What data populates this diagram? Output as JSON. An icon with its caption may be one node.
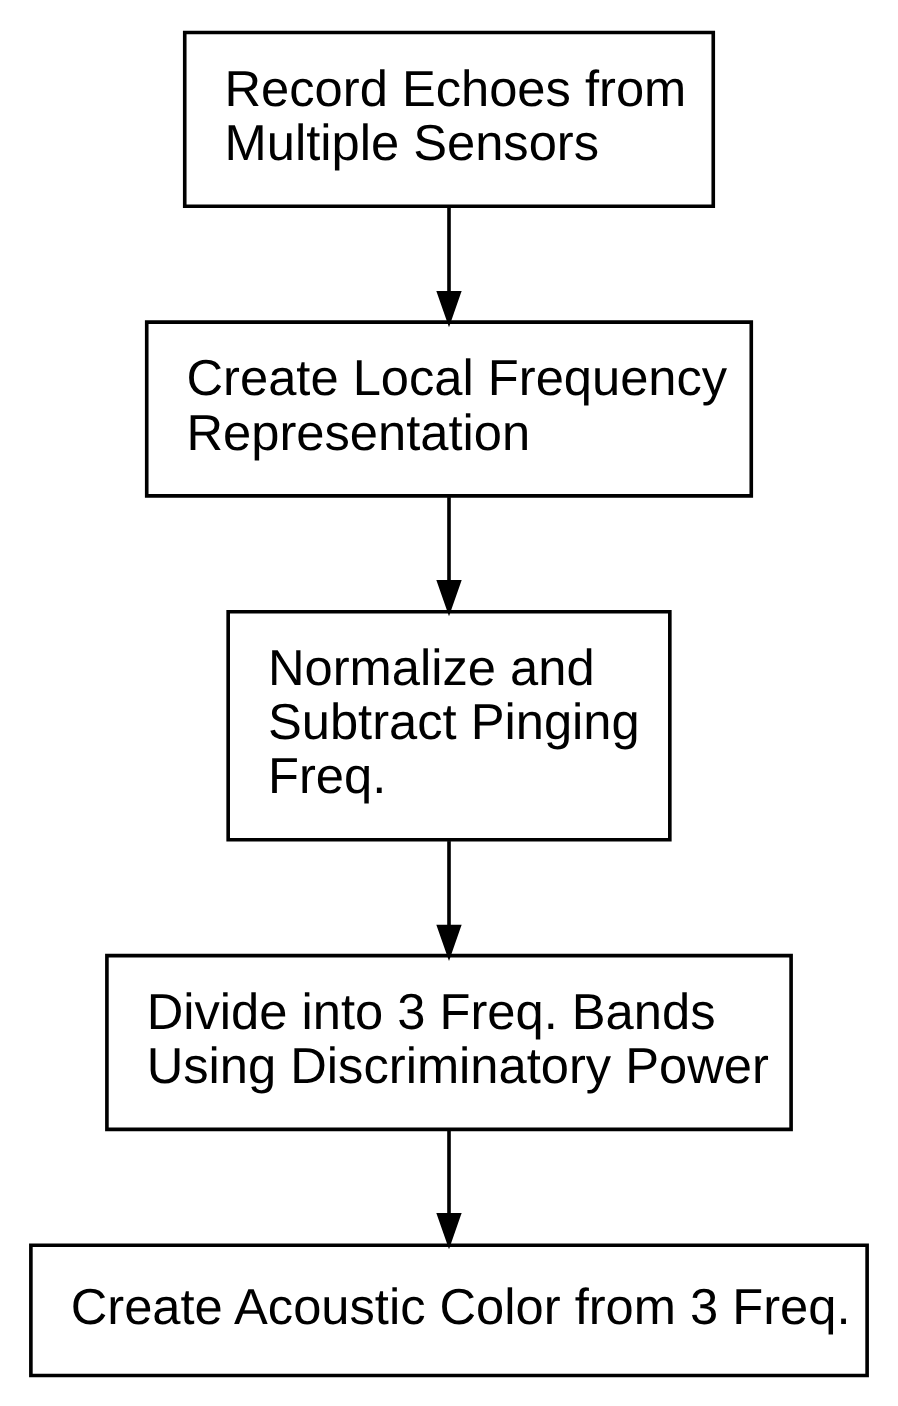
{
  "diagram": {
    "nodes": [
      {
        "text": [
          "Record Echoes from Multiple Sensors"
        ]
      },
      {
        "text": [
          "Create Local Frequency Representation"
        ]
      },
      {
        "text": [
          "Normalize and Subtract Pinging Freq."
        ]
      },
      {
        "text": [
          "Divide into 3 Freq. Bands Using Discriminatory Power"
        ]
      },
      {
        "text": [
          "Create Acoustic Color from 3 Freq."
        ]
      }
    ],
    "edges": [
      {
        "from": 0,
        "to": 1,
        "arrow": "to"
      },
      {
        "from": 1,
        "to": 2,
        "arrow": "to"
      },
      {
        "from": 2,
        "to": 3,
        "arrow": "to"
      },
      {
        "from": 3,
        "to": 4,
        "arrow": "to"
      }
    ]
  }
}
